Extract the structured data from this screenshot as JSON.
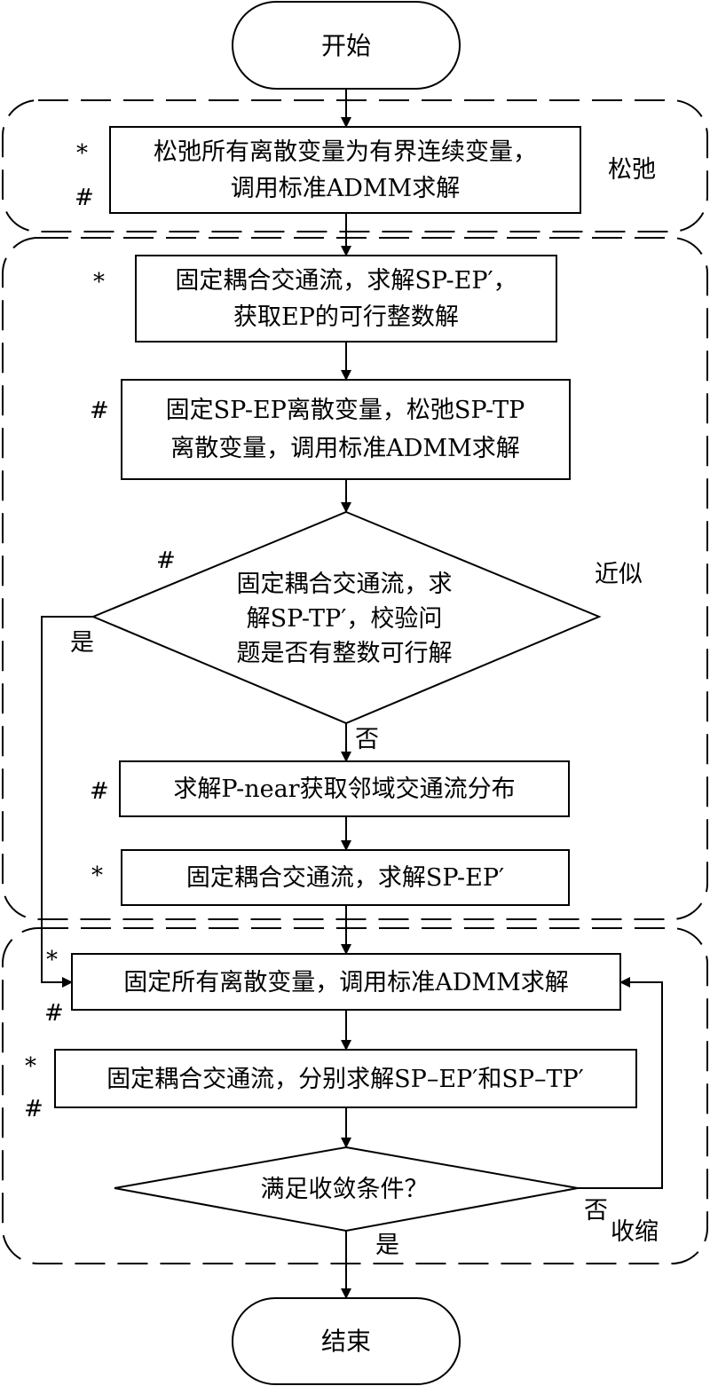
{
  "nodes": {
    "start": "开始",
    "relax_all": [
      "松弛所有离散变量为有界连续变量，",
      "调用标准ADMM求解"
    ],
    "fix_flow_ep": [
      "固定耦合交通流，求解SP-EP′，",
      "获取EP的可行整数解"
    ],
    "fix_ep_relax_tp": [
      "固定SP-EP离散变量，松弛SP-TP",
      "离散变量，调用标准ADMM求解"
    ],
    "check_tp": [
      "固定耦合交通流，求",
      "解SP-TP′，校验问",
      "题是否有整数可行解"
    ],
    "p_near": "求解P-near获取邻域交通流分布",
    "fix_flow_ep2": "固定耦合交通流，求解SP-EP′",
    "fix_all": "固定所有离散变量，调用标准ADMM求解",
    "fix_flow_both": "固定耦合交通流，分别求解SP–EP′和SP–TP′",
    "converge": "满足收敛条件？",
    "end": "结束"
  },
  "branches": {
    "check_yes": "是",
    "check_no": "否",
    "conv_yes": "是",
    "conv_no": "否"
  },
  "stages": {
    "relax": "松弛",
    "approx": "近似",
    "shrink": "收缩"
  },
  "markers": {
    "star": "*",
    "hash": "#"
  }
}
